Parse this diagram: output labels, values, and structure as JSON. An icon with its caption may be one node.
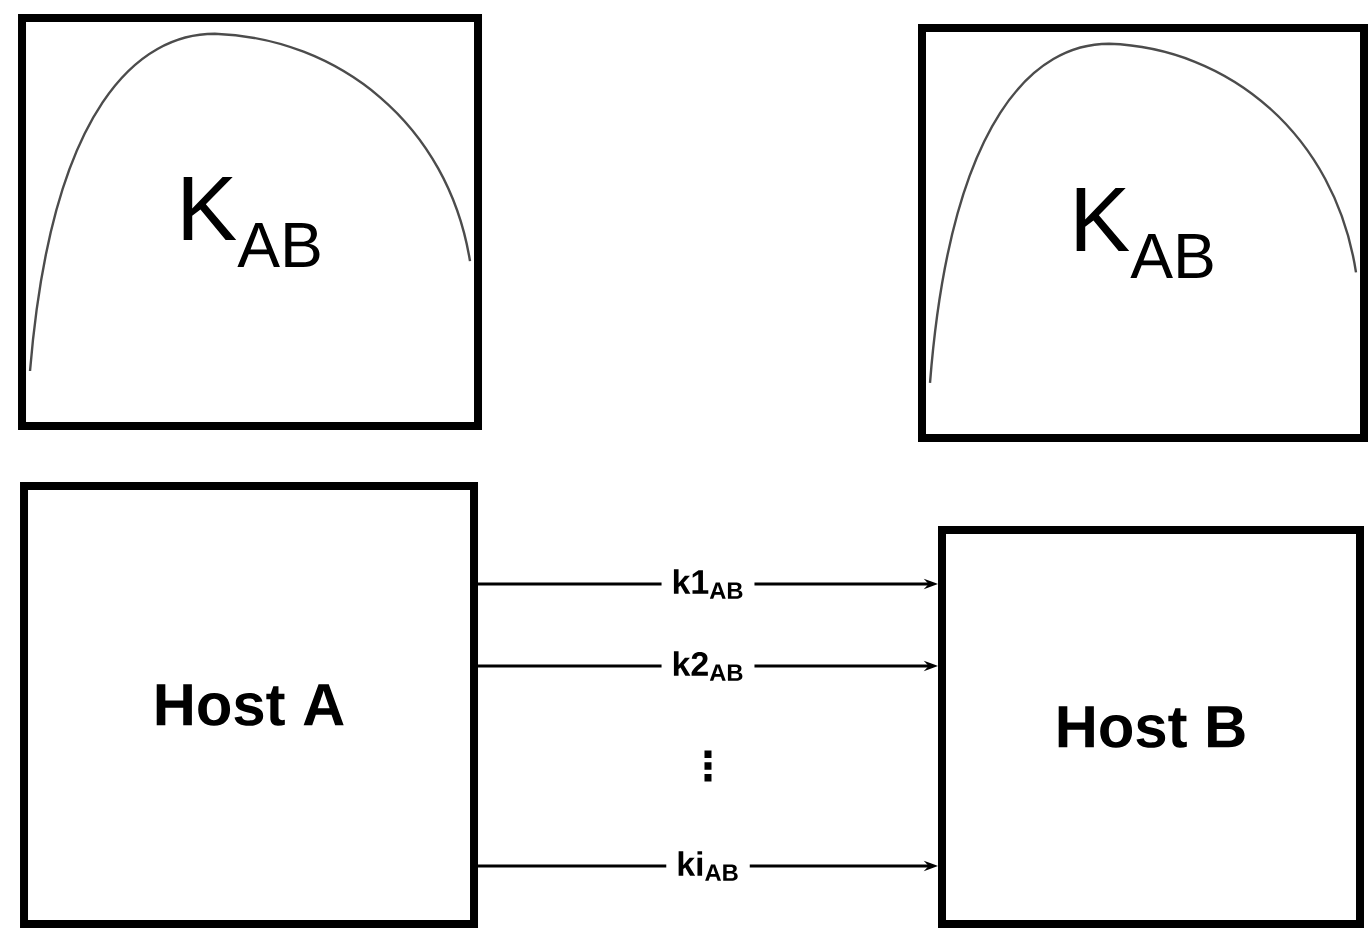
{
  "diagram": {
    "nodes": [
      {
        "text": [
          "K$_{AB}$"
        ]
      },
      {
        "text": [
          "K$_{AB}$"
        ]
      },
      {
        "text": [
          "Host A"
        ]
      },
      {
        "text": [
          "Host B"
        ]
      }
    ],
    "edges": [
      {
        "from": 2,
        "to": 3,
        "arrow": "to",
        "label": "k1$_{AB}$"
      },
      {
        "from": 2,
        "to": 3,
        "arrow": "to",
        "label": "k2$_{AB}$"
      },
      {
        "from": 2,
        "to": 3,
        "arrow": "to",
        "label": "ki$_{AB}$"
      }
    ],
    "labels": [
      "⋮"
    ]
  }
}
